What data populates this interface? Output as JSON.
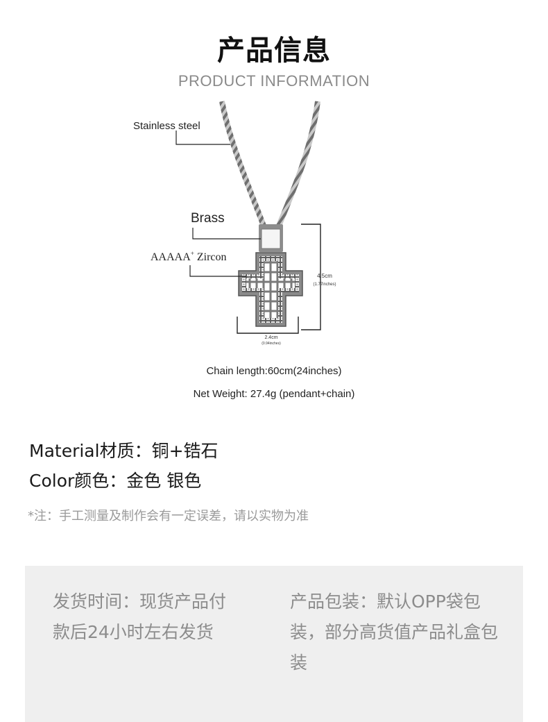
{
  "header": {
    "title": "产品信息",
    "subtitle": "PRODUCT INFORMATION"
  },
  "figure": {
    "callouts": {
      "steel": "Stainless steel",
      "brass": "Brass",
      "zircon_prefix": "AAAAA",
      "zircon_sup": "+",
      "zircon_suffix": "Zircon"
    },
    "height_dim": {
      "value": "4.5cm",
      "sub": "(1.77inches)"
    },
    "width_dim": {
      "value": "2.4cm",
      "sub": "(0.94inches)"
    },
    "colors": {
      "metal": "#9a9a9a",
      "stone": "#e8e8e8",
      "line": "#222222"
    }
  },
  "specs": {
    "chain_length": "Chain length:60cm(24inches)",
    "net_weight": "Net Weight: 27.4g (pendant+chain)"
  },
  "info": {
    "material": "Material材质：铜+锆石",
    "color": "Color颜色：金色 银色",
    "note": "*注：手工测量及制作会有一定误差，请以实物为准"
  },
  "panel": {
    "shipping": "发货时间：现货产品付款后24小时左右发货",
    "packaging": "产品包装：默认OPP袋包装，部分高货值产品礼盒包装"
  }
}
